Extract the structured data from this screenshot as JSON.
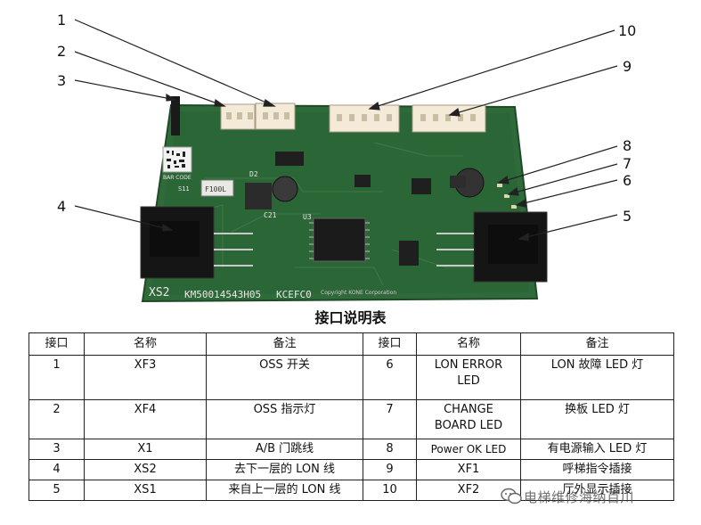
{
  "callouts": [
    "1",
    "2",
    "3",
    "4",
    "5",
    "6",
    "7",
    "8",
    "9",
    "10"
  ],
  "board": {
    "silkscreen_part": "KM50014543H05",
    "silkscreen_code": "KCEFC0",
    "xs2_label": "XS2",
    "u3_label": "U3",
    "c21_label": "C21",
    "d2_label": "D2",
    "f100_label": "F100L",
    "s11_label": "S11",
    "bar_code": "BAR CODE",
    "copyright": "Copyright KONE Corporation"
  },
  "table": {
    "title": "接口说明表",
    "headers": [
      "接口",
      "名称",
      "备注",
      "接口",
      "名称",
      "备注"
    ],
    "rows": [
      [
        "1",
        "XF3",
        "OSS 开关",
        "6",
        "LON ERROR LED",
        "LON 故障 LED 灯"
      ],
      [
        "2",
        "XF4",
        "OSS 指示灯",
        "7",
        "CHANGE BOARD LED",
        "换板 LED 灯"
      ],
      [
        "3",
        "X1",
        "A/B 门跳线",
        "8",
        "Power OK LED",
        "有电源输入 LED 灯"
      ],
      [
        "4",
        "XS2",
        "去下一层的 LON 线",
        "9",
        "XF1",
        "呼梯指令插接"
      ],
      [
        "5",
        "XS1",
        "来自上一层的 LON 线",
        "10",
        "XF2",
        "厅外显示插接"
      ]
    ]
  },
  "watermark": {
    "text": "电梯维修海纳百川"
  }
}
